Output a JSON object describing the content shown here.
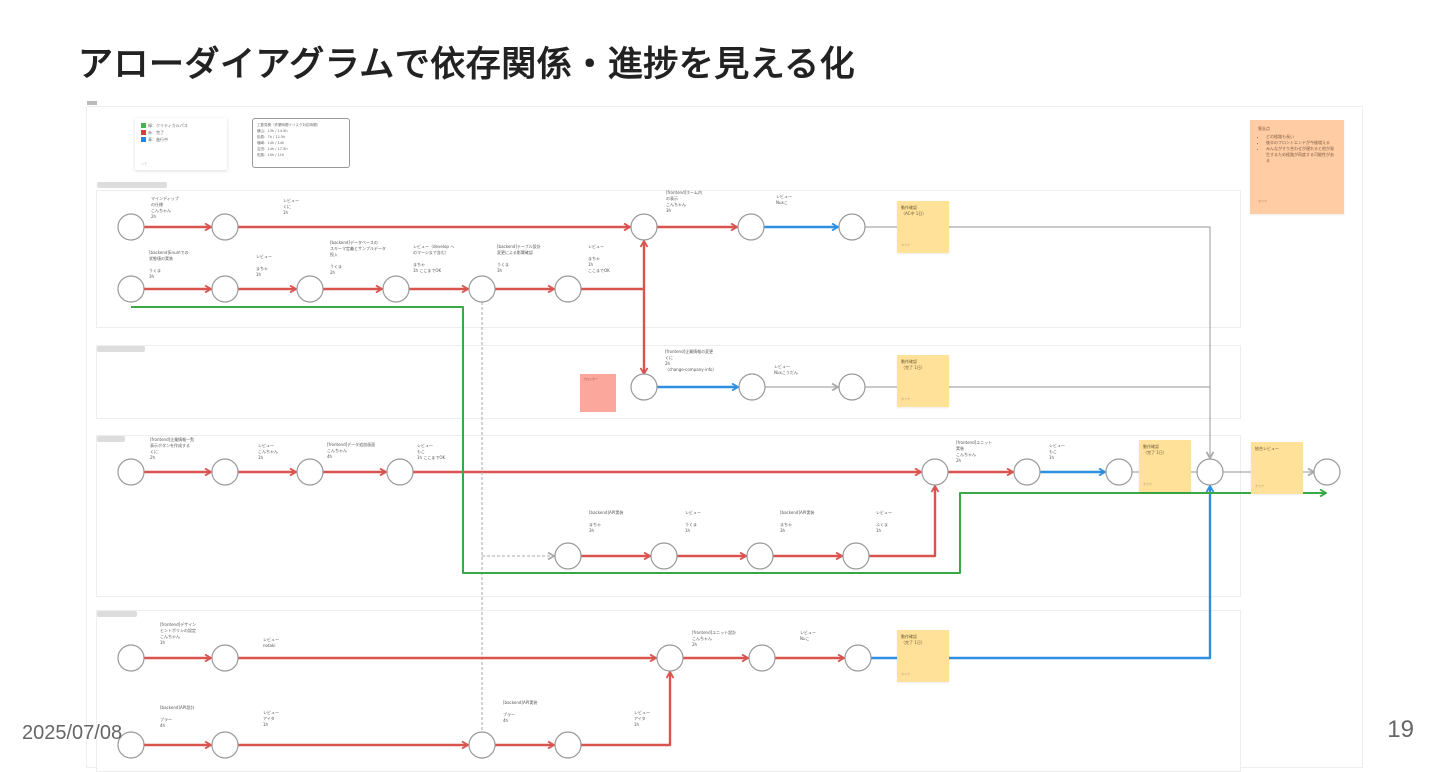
{
  "slide": {
    "title": "アローダイアグラムで依存関係・進捗を見える化",
    "date": "2025/07/08",
    "page_number": "19"
  },
  "legend": {
    "items": [
      {
        "color": "#4caf50",
        "label": "緑：クリティカルパス"
      },
      {
        "color": "#e53935",
        "label": "赤：完了"
      },
      {
        "color": "#1e88e5",
        "label": "青：進行中"
      }
    ],
    "footer": "メモ"
  },
  "schedule_box": {
    "lines": [
      "工数見積（作業時間＋リスク対応時間）",
      "横山：13h / 14.5h",
      "松原：7h / 12.5h",
      "増崎：14h / 14h",
      "吉田：14h / 17.5h",
      "佐藤：10h / 11h"
    ]
  },
  "note": {
    "title": "懸念点",
    "items": [
      "どの経路も長い",
      "後半のフロントエンドが今後増える",
      "みんながすり合わせが遅れると他が発生するため経路が再度する可能性がある"
    ],
    "footer": "タスク"
  },
  "colors": {
    "done": "#d9534f",
    "in_progress": "#2f8fe0",
    "critical": "#3aa845",
    "pending": "#aaaaaa",
    "sticky_yellow": "#ffe19a",
    "sticky_orange": "#ffcca3",
    "sticky_red": "#fba79c"
  },
  "tasks": [
    {
      "id": "t1",
      "text": "マインディップ\nの仕様\nこんちゃん\n2h"
    },
    {
      "id": "t2",
      "text": "レビュー\nくに\n1h"
    },
    {
      "id": "t3",
      "text": "[frontend]ホーム内\nの表示\nこんちゃん\n3h"
    },
    {
      "id": "t4",
      "text": "レビュー\nNuxこ"
    },
    {
      "id": "t5",
      "text": "[backend]Enumでの\n状態値の実装\n\nうくま\n3h"
    },
    {
      "id": "t6",
      "text": "レビュー\n\nまちゃ\n1h"
    },
    {
      "id": "t7",
      "text": "[backend]データベースの\nスキーマ定義とサンプルデータ\n投入\n\nうくま\n2h"
    },
    {
      "id": "t8",
      "text": "レビュー（develop へ\nのマージまで含む）\n\nまちゃ\n1h ここまでOK"
    },
    {
      "id": "t9",
      "text": "[backend]テーブル設計\n変更による影響確認\n\nうくま\n3h"
    },
    {
      "id": "t10",
      "text": "レビュー\n\nまちゃ\n1h\nここまでOK"
    },
    {
      "id": "t11",
      "text": "[frontend]企業情報の変更\nくに\n2h\n（change-company-info）"
    },
    {
      "id": "t12",
      "text": "レビュー\nNuxこうだん"
    },
    {
      "id": "t13",
      "text": "[frontend]企業情報一覧\n表示ボタンを作成する\nくに\n2h"
    },
    {
      "id": "t14",
      "text": "レビュー\nこんちゃん\n1h"
    },
    {
      "id": "t15",
      "text": "[frontend]データ追加画面\nこんちゃん\n4h"
    },
    {
      "id": "t16",
      "text": "レビュー\nもこ\n1h ここまでOK"
    },
    {
      "id": "t17",
      "text": "[frontend]ユニット\n実装\nこんちゃん\n2h"
    },
    {
      "id": "t18",
      "text": "レビュー\nもこ\n1h"
    },
    {
      "id": "t19",
      "text": "[backend]API実装\n\nまちゃ\n3h"
    },
    {
      "id": "t20",
      "text": "レビュー\n\nうくま\n1h"
    },
    {
      "id": "t21",
      "text": "[backend]API実装\n\nまちゃ\n3h"
    },
    {
      "id": "t22",
      "text": "レビュー\n\nふくま\n1h"
    },
    {
      "id": "t23",
      "text": "[frontend]デザイン\nヒントポリシの設定\nこんちゃん\n1h"
    },
    {
      "id": "t24",
      "text": "レビュー\nnotaki"
    },
    {
      "id": "t25",
      "text": "[frontend]ユニット設計\nこんちゃん\n2h"
    },
    {
      "id": "t26",
      "text": "レビュー\nNuこ"
    },
    {
      "id": "t27",
      "text": "[backend]API設計\n\nブラー\n4h"
    },
    {
      "id": "t28",
      "text": "レビュー\nアイタ\n1h"
    },
    {
      "id": "t29",
      "text": "[backend]API実装\n\nブラー\n4h"
    },
    {
      "id": "t30",
      "text": "レビュー\nアイタ\n1h"
    }
  ],
  "stickies": [
    {
      "id": "s1",
      "title": "動作確認\n（AC中 1日）",
      "footer": "タスク"
    },
    {
      "id": "s2",
      "title": "動作確認\n（完了 1日）",
      "footer": "タスク"
    },
    {
      "id": "s3",
      "title": "動作確認\n（完了 1日）",
      "footer": "タスク"
    },
    {
      "id": "s4",
      "title": "統合レビュー",
      "footer": "タスク"
    },
    {
      "id": "s5",
      "title": "動作確認\n（完了 1日）",
      "footer": "タスク"
    },
    {
      "id": "s_red",
      "title": "ブロッカー",
      "footer": "メモ"
    }
  ]
}
